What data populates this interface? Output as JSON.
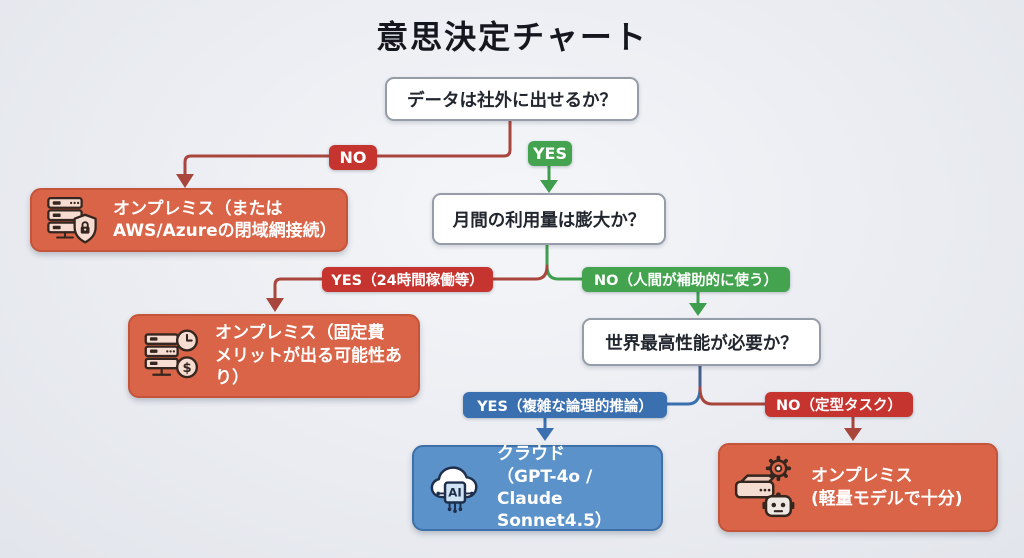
{
  "title": "意思決定チャート",
  "palette": {
    "badge_red": "#c63430",
    "badge_green": "#43a34f",
    "badge_blue": "#3a6fb0",
    "box_orange": "#d96447",
    "box_blue": "#5b92c9",
    "line_red": "#a8453c",
    "line_green": "#3f9e4e",
    "line_blue": "#3a6fb0",
    "line_dark": "#44608c"
  },
  "questions": {
    "q1": "データは社外に出せるか？",
    "q2": "月間の利用量は膨大か？",
    "q3": "世界最高性能が必要か？"
  },
  "branch_labels": {
    "no1": "NO",
    "yes1": "YES",
    "yes2": "YES（24時間稼働等）",
    "no2": "NO（人間が補助的に使う）",
    "yes3": "YES（複雑な論理的推論）",
    "no3": "NO（定型タスク）"
  },
  "outcomes": {
    "onprem_closed": {
      "icon": "server-shield-icon",
      "text": "オンプレミス（または\nAWS/Azureの閉域網接続）"
    },
    "onprem_fixed_cost": {
      "icon": "server-clock-dollar-icon",
      "text": "オンプレミス（固定費\nメリットが出る可能性あ\nり）"
    },
    "cloud": {
      "icon": "cloud-ai-icon",
      "text": "クラウド\n（GPT-4o / Claude\nSonnet4.5）"
    },
    "onprem_light": {
      "icon": "device-gear-robot-icon",
      "text": "オンプレミス\n(軽量モデルで十分)"
    }
  }
}
